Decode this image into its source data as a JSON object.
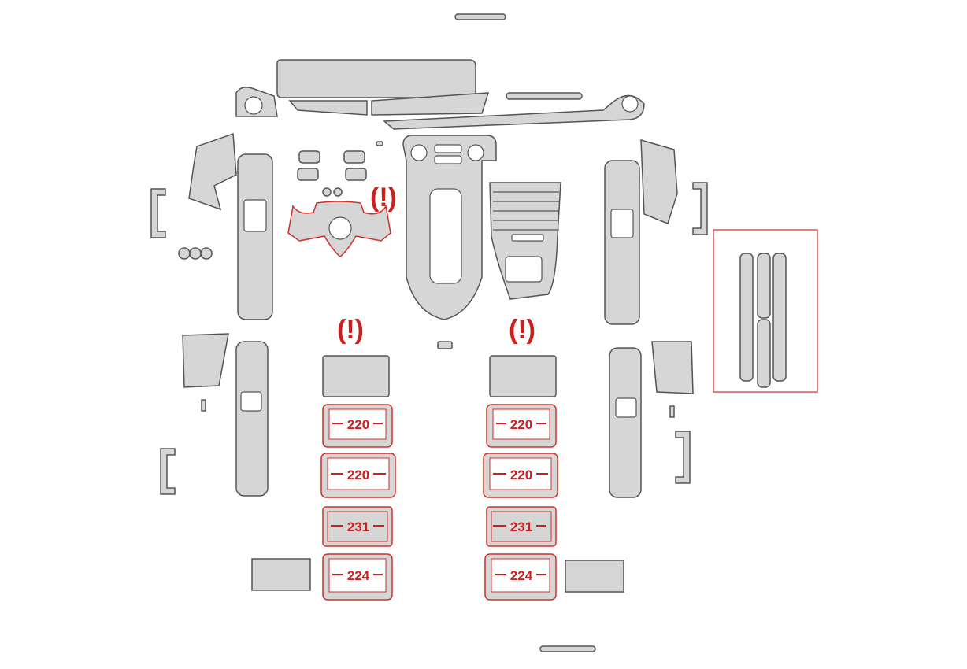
{
  "warnings": [
    "(!)",
    "(!)",
    "(!)"
  ],
  "screen_labels": {
    "left": [
      "220",
      "220",
      "231",
      "224"
    ],
    "right": [
      "220",
      "220",
      "231",
      "224"
    ]
  },
  "colors": {
    "part_fill": "#d6d6d6",
    "part_stroke": "#555555",
    "highlight_red": "#cc1f1f"
  }
}
